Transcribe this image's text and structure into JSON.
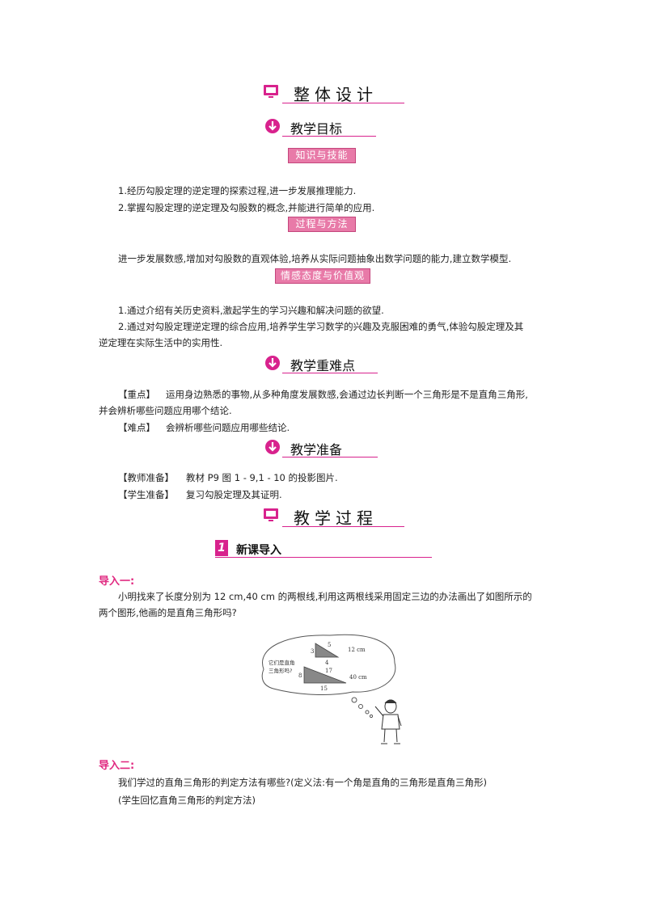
{
  "banners": {
    "overall": "整体设计",
    "process": "教学过程"
  },
  "subs": {
    "goals": "教学目标",
    "keypoints": "教学重难点",
    "prep": "教学准备"
  },
  "tags": {
    "knowledge": "知识与技能",
    "method": "过程与方法",
    "emotion": "情感态度与价值观"
  },
  "goals": {
    "k1": "1.经历勾股定理的逆定理的探索过程,进一步发展推理能力.",
    "k2": "2.掌握勾股定理的逆定理及勾股数的概念,并能进行简单的应用.",
    "m1": "进一步发展数感,增加对勾股数的直观体验,培养从实际问题抽象出数学问题的能力,建立数学模型.",
    "e1": "1.通过介绍有关历史资料,激起学生的学习兴趣和解决问题的欲望.",
    "e2a": "2.通过对勾股定理逆定理的综合应用,培养学生学习数学的兴趣及克服困难的勇气,体验勾股定理及其",
    "e2b": "逆定理在实际生活中的实用性."
  },
  "keypoints": {
    "key_label": "【重点】",
    "key_text": "运用身边熟悉的事物,从多种角度发展数感,会通过边长判断一个三角形是不是直角三角形,",
    "key_text2": "并会辨析哪些问题应用哪个结论.",
    "diff_label": "【难点】",
    "diff_text": "会辨析哪些问题应用哪些结论."
  },
  "prep": {
    "teacher_label": "【教师准备】",
    "teacher_text": "教材 P9 图 1 - 9,1 - 10 的投影图片.",
    "student_label": "【学生准备】",
    "student_text": "复习勾股定理及其证明."
  },
  "step1": {
    "num": "1",
    "title": "新课导入"
  },
  "intro1": {
    "label": "导入一:",
    "line1": "小明找来了长度分别为 12  cm,40  cm 的两根线,利用这两根线采用固定三边的办法画出了如图所示的",
    "line2": "两个图形,他画的是直角三角形吗?"
  },
  "figure": {
    "bubble_line1": "它们是直角",
    "bubble_line2": "三角形吗?",
    "t1_a": "3",
    "t1_b": "4",
    "t1_c": "5",
    "t1_len": "12 cm",
    "t2_a": "8",
    "t2_b": "15",
    "t2_c": "17",
    "t2_len": "40 cm"
  },
  "intro2": {
    "label": "导入二:",
    "line1": "我们学过的直角三角形的判定方法有哪些?(定义法:有一个角是直角的三角形是直角三角形)",
    "line2": "(学生回忆直角三角形的判定方法)"
  },
  "colors": {
    "accent": "#d8228d",
    "tag_fill": "#e87aa8"
  }
}
